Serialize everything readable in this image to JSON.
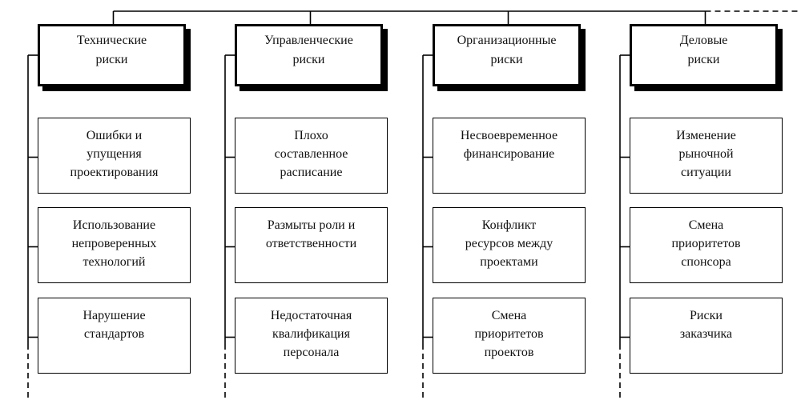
{
  "columns": [
    {
      "title": "Технические\nриски",
      "items": [
        "Ошибки и\nупущения\nпроектирования",
        "Использование\nнепроверенных\nтехнологий",
        "Нарушение\nстандартов"
      ]
    },
    {
      "title": "Управленческие\nриски",
      "items": [
        "Плохо\nсоставленное\nрасписание",
        "Размыты роли и\nответственности",
        "Недостаточная\nквалификация\nперсонала"
      ]
    },
    {
      "title": "Организационные\nриски",
      "items": [
        "Несвоевременное\nфинансирование",
        "Конфликт\nресурсов между\nпроектами",
        "Смена\nприоритетов\nпроектов"
      ]
    },
    {
      "title": "Деловые\nриски",
      "items": [
        "Изменение\nрыночной\nситуации",
        "Смена\nприоритетов\nспонсора",
        "Риски\nзаказчика"
      ]
    }
  ],
  "colors": {
    "line": "#000000",
    "box_fill": "#ffffff",
    "text": "#111111"
  }
}
